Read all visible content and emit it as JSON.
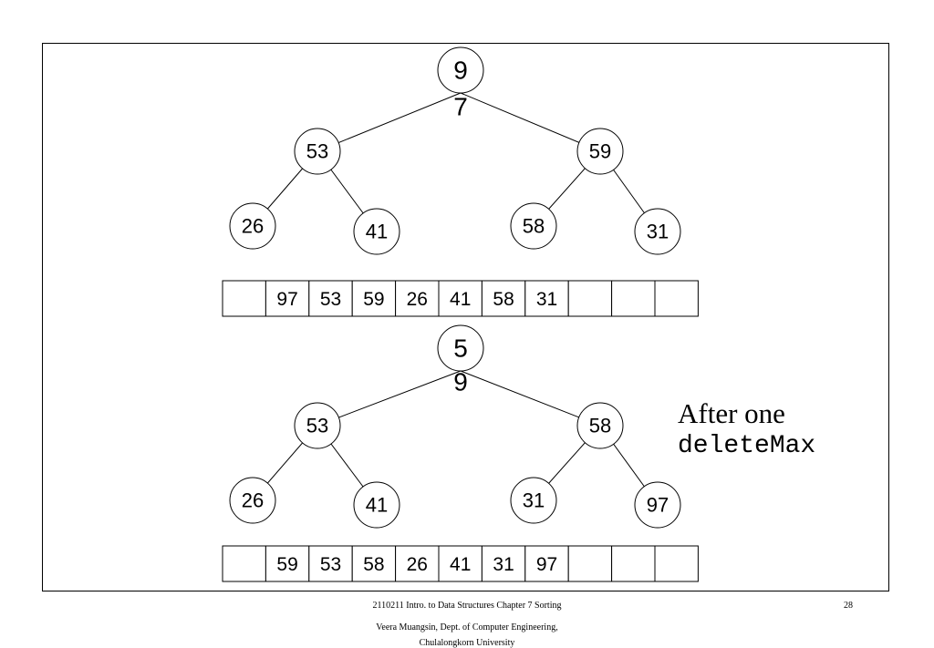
{
  "diagrams": [
    {
      "tree": {
        "root": {
          "line1": "9",
          "line2": "7"
        },
        "level1": [
          "53",
          "59"
        ],
        "level2": [
          "26",
          "41",
          "58",
          "31"
        ]
      },
      "array": [
        "",
        "97",
        "53",
        "59",
        "26",
        "41",
        "58",
        "31",
        "",
        "",
        ""
      ]
    },
    {
      "tree": {
        "root": {
          "line1": "5",
          "line2": "9"
        },
        "level1": [
          "53",
          "58"
        ],
        "level2": [
          "26",
          "41",
          "31",
          "97"
        ]
      },
      "array": [
        "",
        "59",
        "53",
        "58",
        "26",
        "41",
        "31",
        "97",
        "",
        "",
        ""
      ]
    }
  ],
  "caption": {
    "line1": "After one",
    "line2": "deleteMax"
  },
  "footer": {
    "line1": "2110211 Intro. to Data Structures    Chapter 7  Sorting",
    "line2": "Veera Muangsin, Dept. of Computer Engineering,",
    "line3": "Chulalongkorn University",
    "page_number": "28"
  }
}
